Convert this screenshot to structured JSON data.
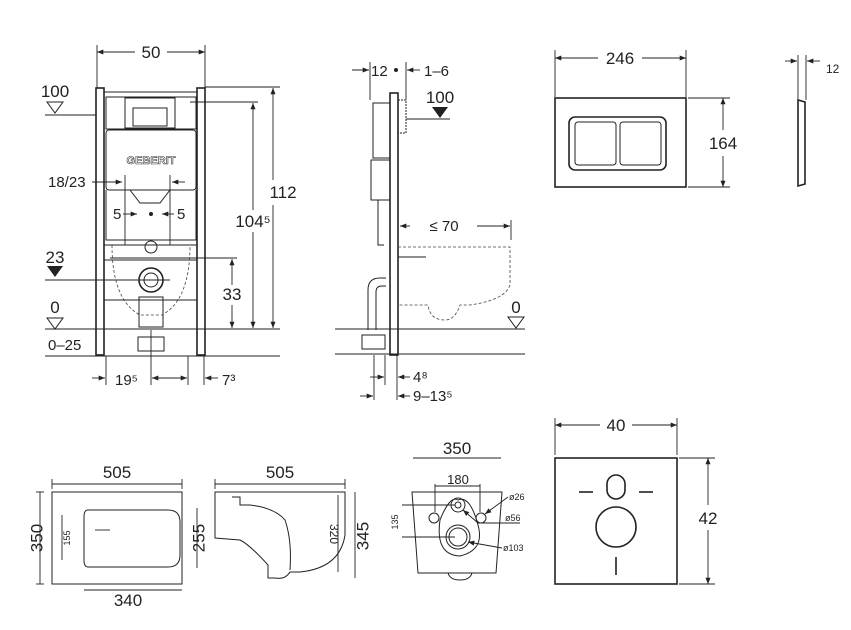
{
  "frame_front": {
    "width": "50",
    "level_top": "100",
    "flush_distance": "18/23",
    "offset_left": "5",
    "offset_right": "5",
    "level_waste": "23",
    "level_floor": "0",
    "floor_range": "0–25",
    "height_total": "112",
    "height_frame": "104⁵",
    "waste_height": "33",
    "post_spacing": "19⁵",
    "foot_offset": "7³",
    "brand": "GEBERIT"
  },
  "frame_side": {
    "depth": "12",
    "adjust": "1–6",
    "level_top": "100",
    "bowl_projection": "≤ 70",
    "level_floor": "0",
    "plate_thickness": "4⁸",
    "wall_range": "9–13⁵"
  },
  "flush_plate": {
    "width": "246",
    "height": "164",
    "depth": "12"
  },
  "bowl_top": {
    "length": "505",
    "width": "350",
    "hole_offset": "155",
    "inner_length": "340",
    "inner_width": "255"
  },
  "bowl_side": {
    "length": "505",
    "height_front": "320",
    "height_rear": "345"
  },
  "bowl_rear": {
    "width": "350",
    "bolt_spacing": "180",
    "bolt_height": "135",
    "d_bolt": "ø26",
    "d_inlet": "ø56",
    "d_outlet": "ø103"
  },
  "sound_panel": {
    "width": "40",
    "height": "42"
  }
}
